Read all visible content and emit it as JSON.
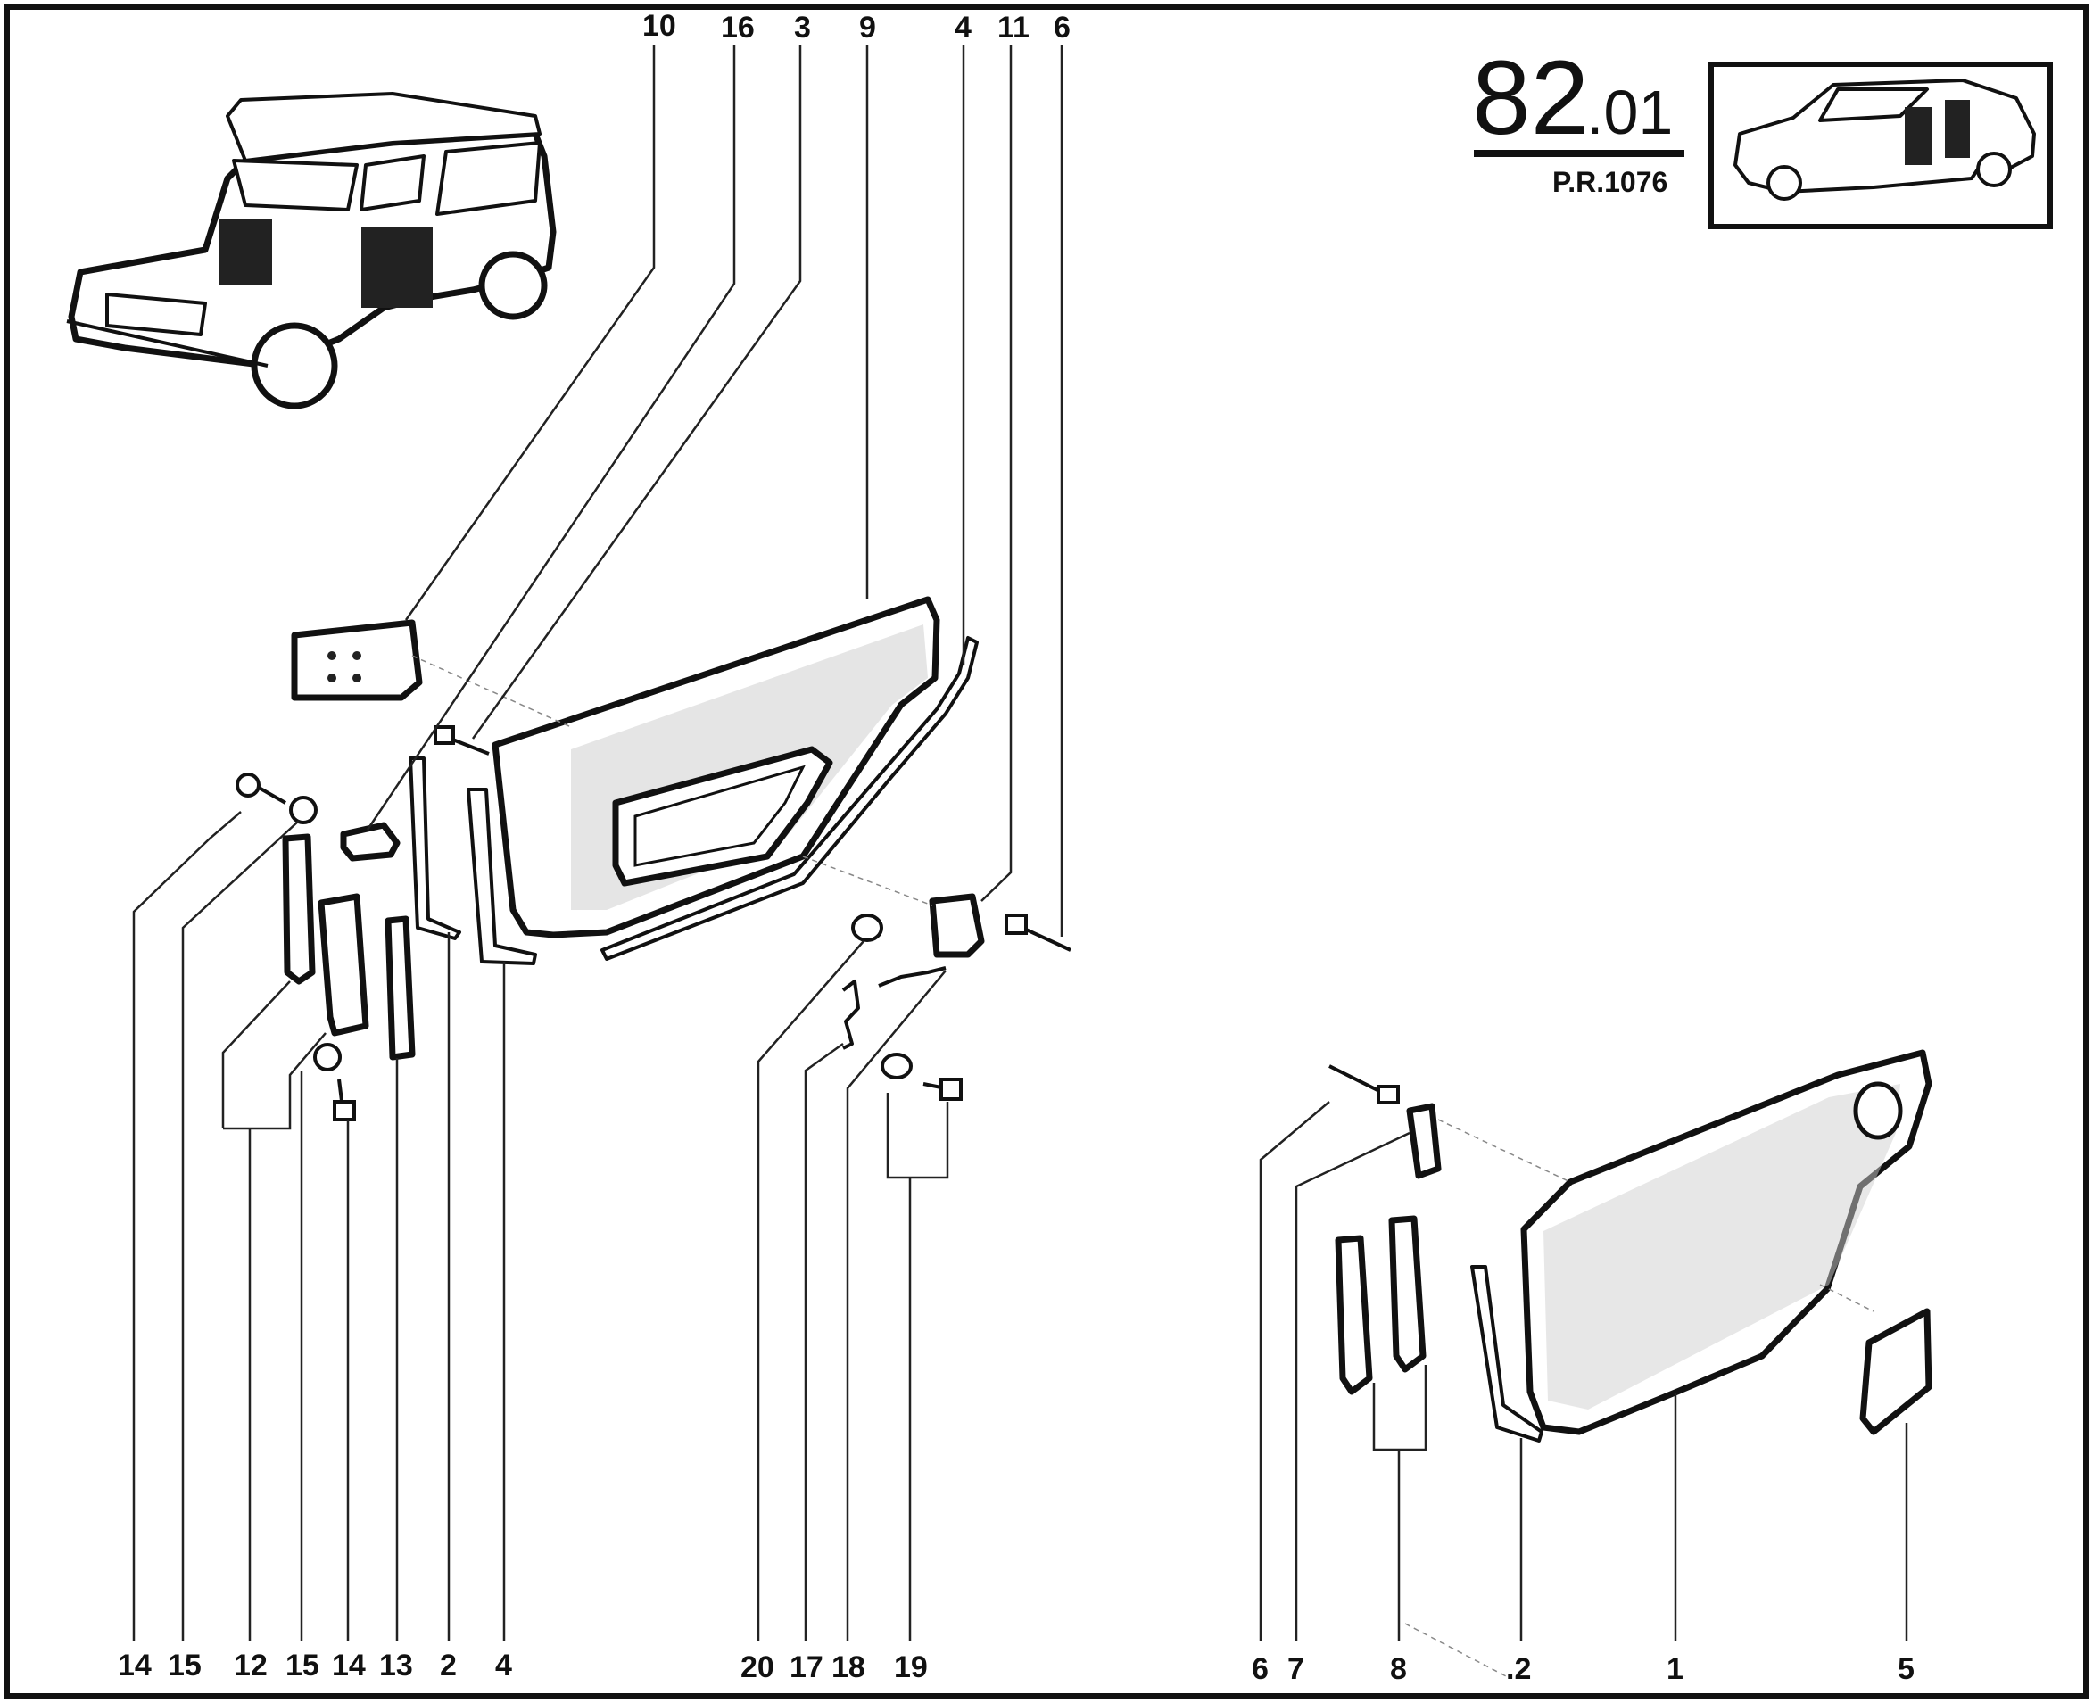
{
  "header": {
    "section_number": "82",
    "section_sub": ".01",
    "reference": "P.R.1076"
  },
  "callouts": {
    "top": [
      "10",
      "16",
      "3",
      "9",
      "4",
      "11",
      "6"
    ],
    "bottom_left": [
      "14",
      "15",
      "12",
      "15",
      "14",
      "13",
      "2",
      "4"
    ],
    "bottom_middle": [
      "20",
      "17",
      "18",
      "19"
    ],
    "bottom_right": [
      "6",
      "7",
      "8",
      ".2",
      "1",
      "5"
    ]
  },
  "icons": {
    "vehicle_4x4": "suv-vehicle-icon",
    "vehicle_sedan": "sedan-vehicle-icon"
  },
  "colors": {
    "ink": "#111111",
    "paper": "#ffffff"
  }
}
